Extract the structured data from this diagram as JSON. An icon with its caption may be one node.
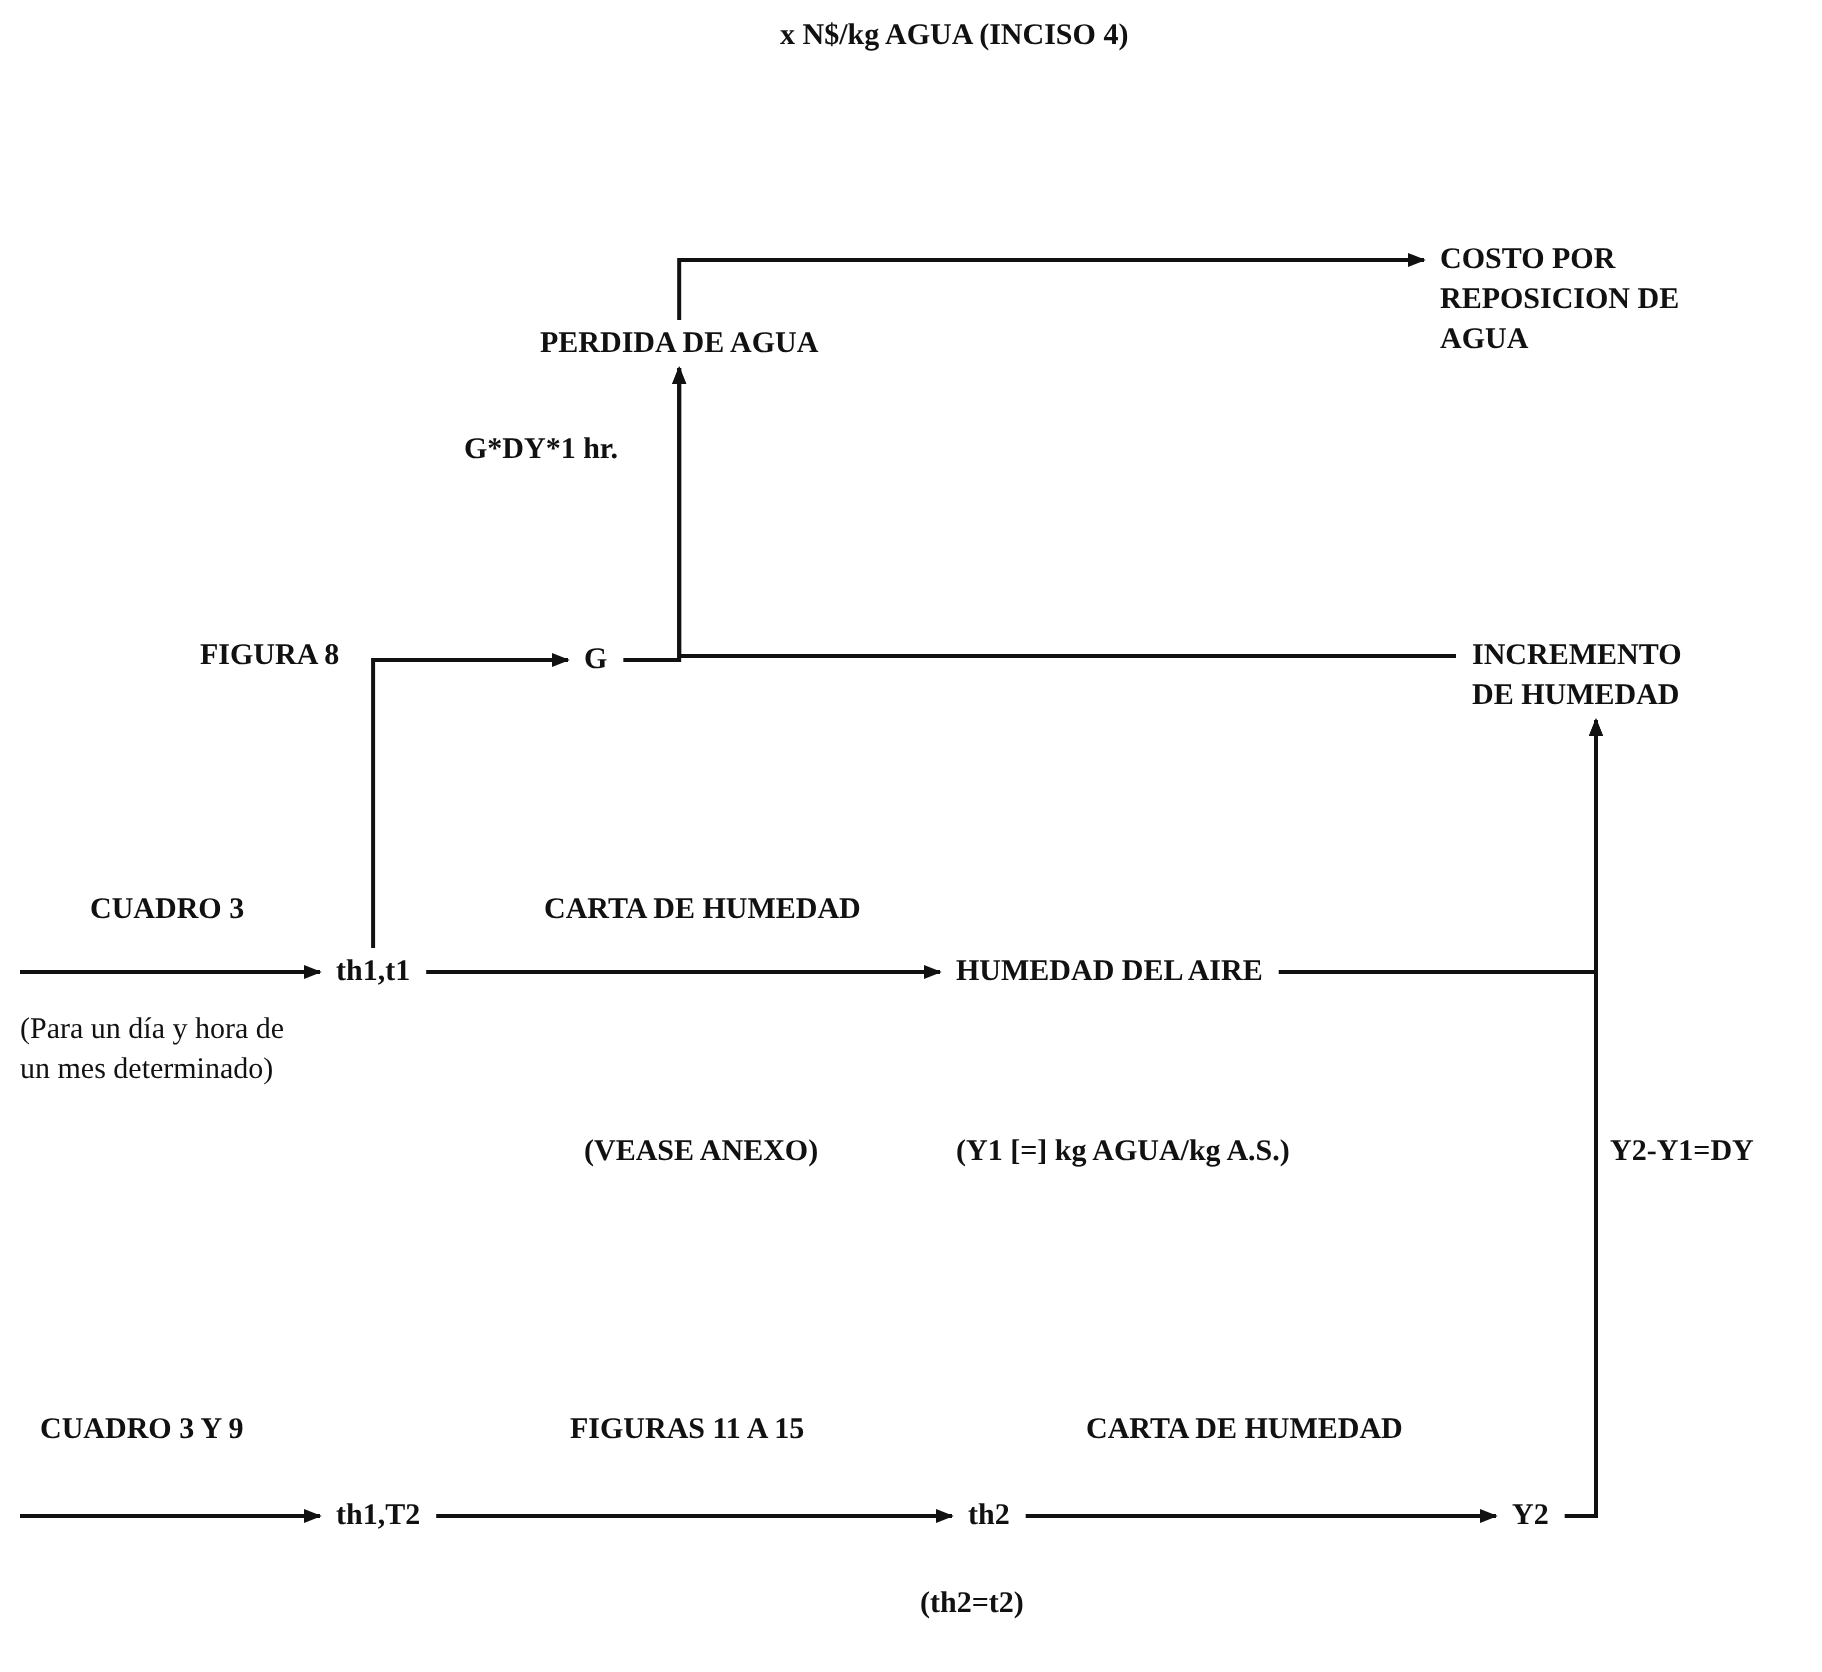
{
  "diagram": {
    "nodes": [
      {
        "text": [
          "COSTO POR REPOSICION DE AGUA"
        ]
      },
      {
        "text": [
          "PERDIDA DE AGUA"
        ]
      },
      {
        "text": [
          "G"
        ]
      },
      {
        "text": [
          "INCREMENTO DE HUMEDAD"
        ]
      },
      {
        "text": [
          "th1,t1"
        ]
      },
      {
        "text": [
          "HUMEDAD DEL AIRE"
        ]
      },
      {
        "text": [
          "th1,T2"
        ]
      },
      {
        "text": [
          "th2"
        ],
        "beside": [
          "(th2=t2)"
        ]
      },
      {
        "text": [
          "Y2"
        ]
      }
    ],
    "edges": [
      {
        "from": 1,
        "to": 0,
        "arrow": "to"
      },
      {
        "from": 2,
        "to": 1,
        "arrow": "to",
        "label": "G*DY*1 hr."
      },
      {
        "from": 3,
        "to": 1,
        "arrow": "to"
      },
      {
        "from": null,
        "to": 4,
        "arrow": "to",
        "label": "CUADRO 3"
      },
      {
        "from": 4,
        "to": 2,
        "arrow": "to",
        "label": "FIGURA 8"
      },
      {
        "from": 4,
        "to": 5,
        "arrow": "to",
        "label": "CARTA DE HUMEDAD"
      },
      {
        "from": 5,
        "to": 3,
        "arrow": "to"
      },
      {
        "from": 8,
        "to": 3,
        "arrow": "to"
      },
      {
        "from": null,
        "to": 6,
        "arrow": "to",
        "label": "CUADRO 3 Y 9"
      },
      {
        "from": 6,
        "to": 7,
        "arrow": "to",
        "label": "FIGURAS 11 A 15"
      },
      {
        "from": 7,
        "to": 8,
        "arrow": "to",
        "label": "CARTA DE HUMEDAD"
      }
    ],
    "labels": [
      "x N$/kg AGUA (INCISO 4)",
      "Y2-Y1=DY",
      "(Para un día y hora de un mes determinado)",
      "(VEASE ANEXO)",
      "(Y1 [=] kg AGUA/kg A.S.)"
    ]
  }
}
